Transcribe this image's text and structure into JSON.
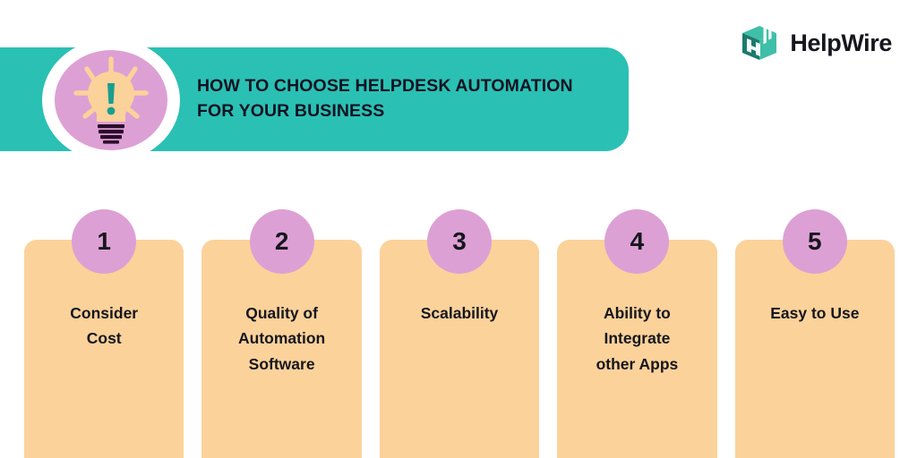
{
  "brand": {
    "name": "HelpWire",
    "logo_icon": "cube-logo-icon",
    "logo_color_dark": "#1b7a6d",
    "logo_color_light": "#3fbfa8"
  },
  "banner": {
    "title": "HOW TO CHOOSE HELPDESK AUTOMATION FOR YOUR BUSINESS",
    "background_color": "#2bc0b4",
    "title_color": "#101321",
    "badge": {
      "icon": "lightbulb-exclamation-icon",
      "ring_color": "#ffffff",
      "disc_color": "#dda0d4",
      "bulb_color": "#fbd29a",
      "mark_color": "#1a9e8f"
    }
  },
  "steps": {
    "card_color": "#fbd29a",
    "badge_color": "#dda0d4",
    "text_color": "#16161d",
    "items": [
      {
        "number": "1",
        "label": "Consider\nCost"
      },
      {
        "number": "2",
        "label": "Quality of\nAutomation\nSoftware"
      },
      {
        "number": "3",
        "label": "Scalability"
      },
      {
        "number": "4",
        "label": "Ability to\nIntegrate\nother Apps"
      },
      {
        "number": "5",
        "label": "Easy to Use"
      }
    ]
  }
}
